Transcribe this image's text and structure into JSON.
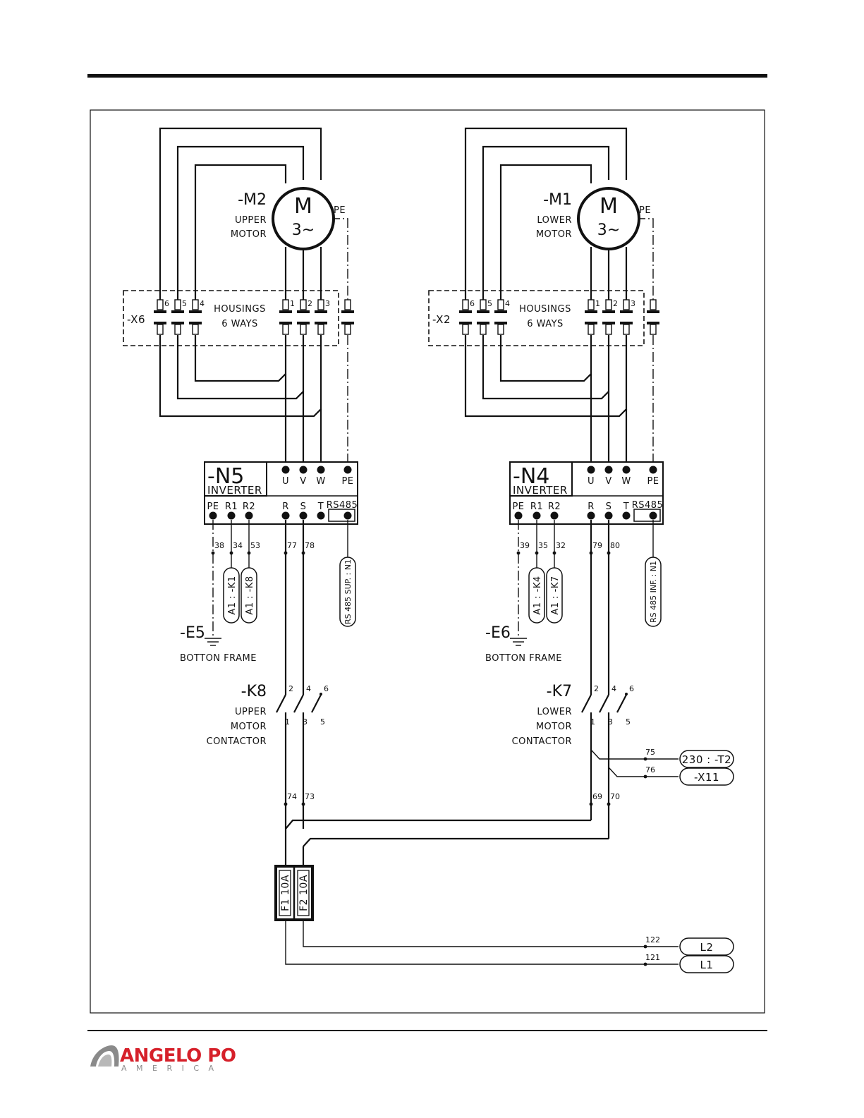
{
  "left": {
    "motor": {
      "ref": "-M2",
      "line1": "UPPER",
      "line2": "MOTOR",
      "m": "M",
      "phase": "3~",
      "pe": "PE"
    },
    "housing": {
      "ref": "-X6",
      "line1": "HOUSINGS",
      "line2": "6 WAYS",
      "pins": [
        "6",
        "5",
        "4",
        "1",
        "2",
        "3"
      ]
    },
    "inverter": {
      "ref": "-N5",
      "name": "INVERTER",
      "top_terms": [
        "U",
        "V",
        "W",
        "PE"
      ],
      "bottom_terms": [
        "PE",
        "R1",
        "R2",
        "R",
        "S",
        "T",
        "RS485"
      ]
    },
    "wires": [
      "38",
      "34",
      "53",
      "77",
      "78"
    ],
    "refs": [
      "A1 : -K1",
      "A1 : -K8"
    ],
    "rs485": "RS 485 SUP. : N1",
    "ground": {
      "ref": "-E5",
      "label": "BOTTON FRAME"
    },
    "contactor": {
      "ref": "-K8",
      "line1": "UPPER",
      "line2": "MOTOR",
      "line3": "CONTACTOR",
      "top_pins": [
        "2",
        "4",
        "6"
      ],
      "bottom_pins": [
        "1",
        "3",
        "5"
      ]
    },
    "lower_wires": [
      "74",
      "73"
    ]
  },
  "right": {
    "motor": {
      "ref": "-M1",
      "line1": "LOWER",
      "line2": "MOTOR",
      "m": "M",
      "phase": "3~",
      "pe": "PE"
    },
    "housing": {
      "ref": "-X2",
      "line1": "HOUSINGS",
      "line2": "6 WAYS",
      "pins": [
        "6",
        "5",
        "4",
        "1",
        "2",
        "3"
      ]
    },
    "inverter": {
      "ref": "-N4",
      "name": "INVERTER",
      "top_terms": [
        "U",
        "V",
        "W",
        "PE"
      ],
      "bottom_terms": [
        "PE",
        "R1",
        "R2",
        "R",
        "S",
        "T",
        "RS485"
      ]
    },
    "wires": [
      "39",
      "35",
      "32",
      "79",
      "80"
    ],
    "refs": [
      "A1 : -K4",
      "A1 : -K7"
    ],
    "rs485": "RS 485 INF. : N1",
    "ground": {
      "ref": "-E6",
      "label": "BOTTON FRAME"
    },
    "contactor": {
      "ref": "-K7",
      "line1": "LOWER",
      "line2": "MOTOR",
      "line3": "CONTACTOR",
      "top_pins": [
        "2",
        "4",
        "6"
      ],
      "bottom_pins": [
        "1",
        "3",
        "5"
      ]
    },
    "lower_wires": [
      "69",
      "70"
    ]
  },
  "aux": {
    "wire_75": "75",
    "wire_76": "76",
    "terminal_t2": "230 : -T2",
    "terminal_x11": "-X11"
  },
  "fuses": [
    "F1 10A",
    "F2 10A"
  ],
  "supply": {
    "wire_122": "122",
    "wire_121": "121",
    "l2": "L2",
    "l1": "L1"
  },
  "brand": {
    "name": "ANGELO PO",
    "sub": "A M E R I C A",
    "color_red": "#d6202a",
    "color_grey": "#8a8a8a"
  }
}
